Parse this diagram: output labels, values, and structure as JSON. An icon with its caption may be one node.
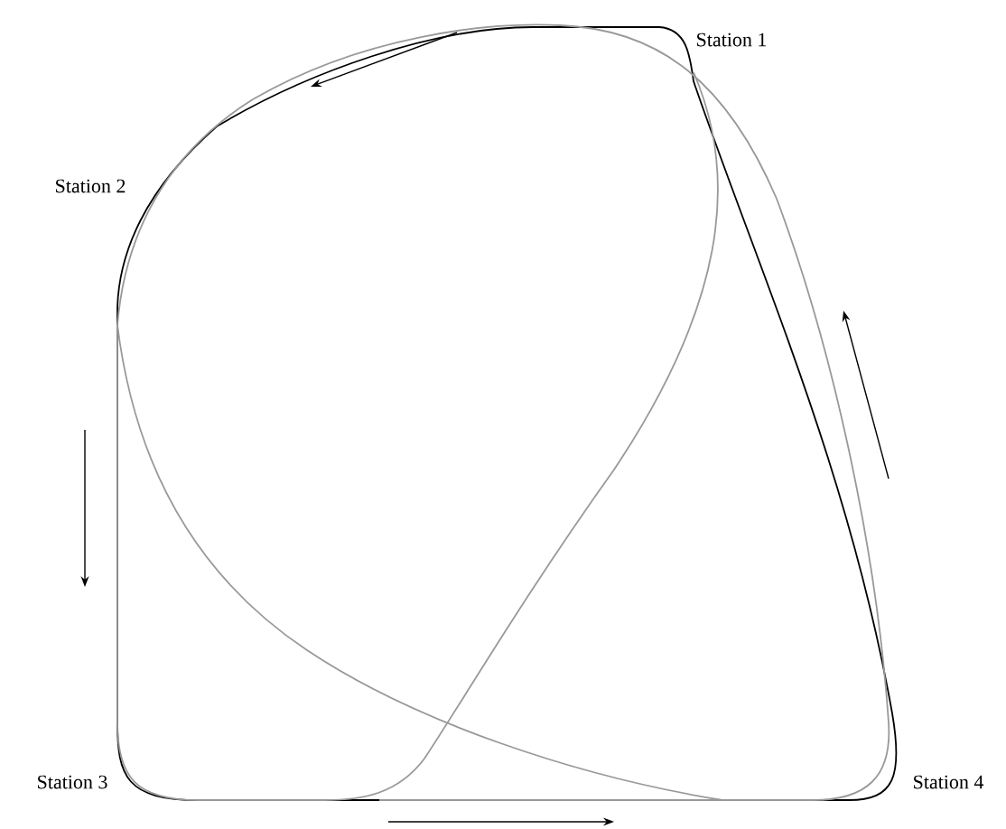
{
  "diagram": {
    "labels": [
      "Station 1",
      "Station 2",
      "Station 3",
      "Station 4"
    ]
  }
}
